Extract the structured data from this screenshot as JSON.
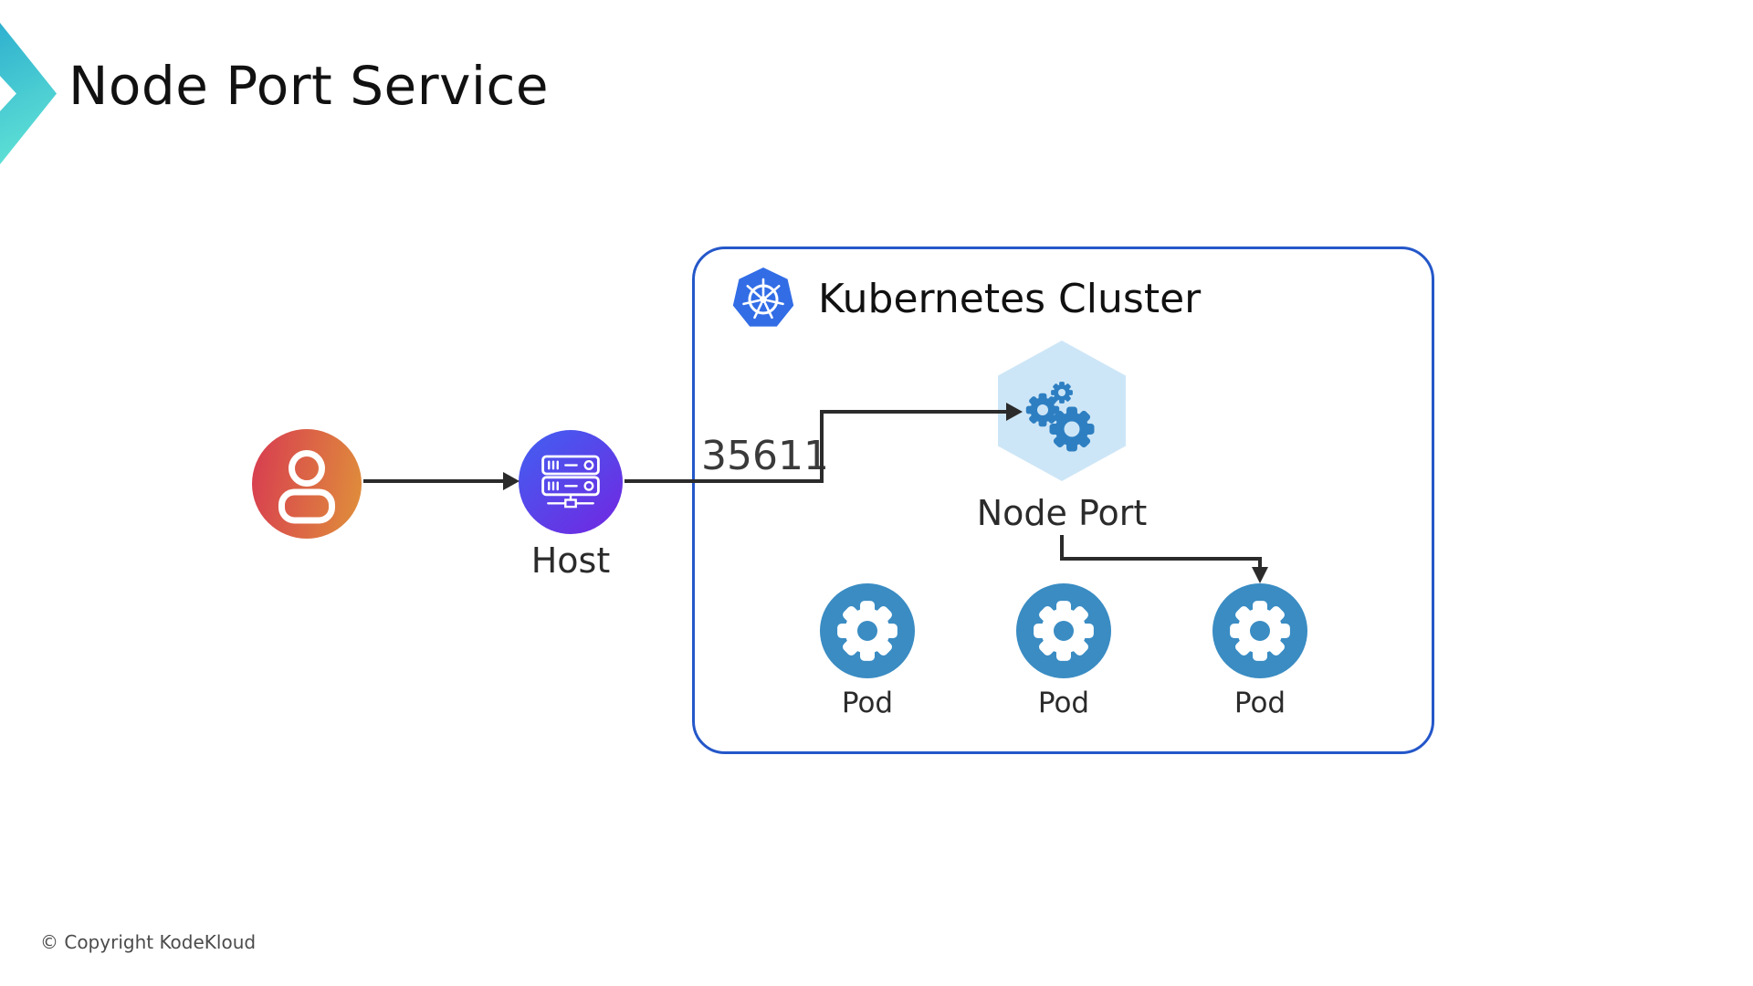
{
  "slide": {
    "title": "Node Port Service",
    "copyright": "© Copyright KodeKloud"
  },
  "diagram": {
    "user": {
      "icon": "user-icon"
    },
    "host": {
      "label": "Host",
      "icon": "server-icon"
    },
    "port_label": "35611",
    "cluster": {
      "title": "Kubernetes Cluster",
      "icon": "kubernetes-logo",
      "node_port": {
        "label": "Node Port",
        "icon": "gears-icon"
      },
      "pods": [
        {
          "label": "Pod"
        },
        {
          "label": "Pod"
        },
        {
          "label": "Pod"
        }
      ]
    },
    "colors": {
      "chevron_gradient": [
        "#2fb0cf",
        "#65e8d6"
      ],
      "user_gradient": [
        "#d8414f",
        "#df8a3c"
      ],
      "host_gradient": [
        "#4858ef",
        "#6d2ce2"
      ],
      "cluster_border": "#2457c9",
      "kubernetes_blue": "#326de6",
      "hexagon_fill": "#cde6f7",
      "gear_blue": "#2e7fc2",
      "pod_blue": "#3a8cc3",
      "arrow": "#2b2b2b",
      "title_text": "#111111"
    }
  }
}
